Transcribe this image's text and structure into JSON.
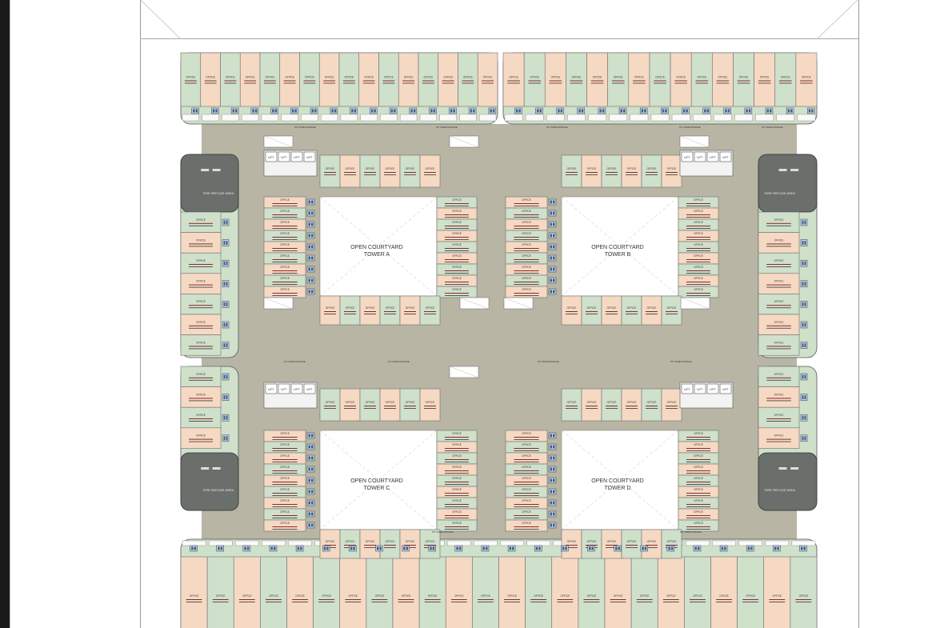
{
  "drawing": {
    "courtyards": [
      {
        "line1": "OPEN COURTYARD",
        "line2": "TOWER A"
      },
      {
        "line1": "OPEN COURTYARD",
        "line2": "TOWER B"
      },
      {
        "line1": "OPEN COURTYARD",
        "line2": "TOWER C"
      },
      {
        "line1": "OPEN COURTYARD",
        "line2": "TOWER D"
      }
    ],
    "refuge_label": "FIRE REFUGE AREA",
    "lift_label": "LIFT",
    "office_label": "OFFICE",
    "passage_label": "5'0\" WIDE PASSAGE",
    "colors": {
      "office_peach": "#f6d9c3",
      "office_green": "#cfe0cb",
      "office_border": "#6f6f6f",
      "corridor": "#b9b5a4",
      "refuge": "#6b6f6b",
      "wash": "#c9d6e6",
      "wash_dark": "#37618f",
      "courtyard": "#ffffff",
      "unit_text": "#b71c1c"
    }
  }
}
